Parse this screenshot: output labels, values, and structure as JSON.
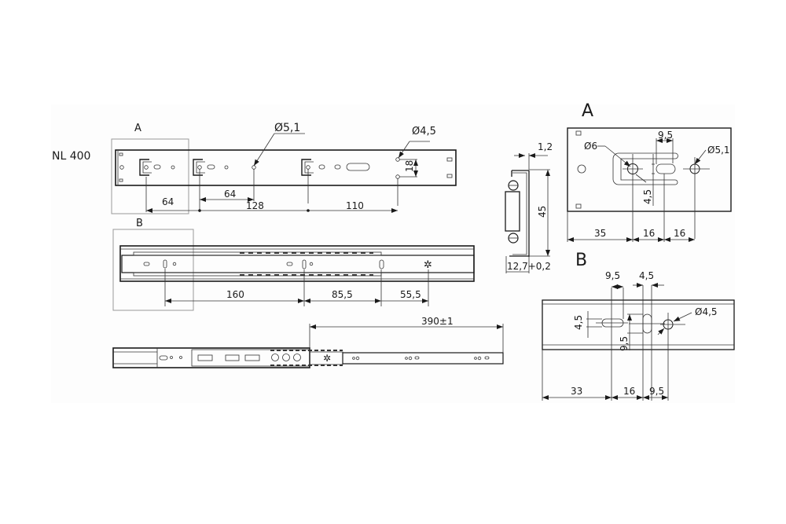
{
  "model": "NL 400",
  "views": {
    "top_rail": {
      "detail_label": "A",
      "callouts": {
        "hole_d51": "Ø5,1",
        "hole_d45": "Ø4,5"
      },
      "dims": {
        "d64a": "64",
        "d64b": "64",
        "d128": "128",
        "d110": "110",
        "d18": "18"
      }
    },
    "mid_rail": {
      "detail_label": "B",
      "dims": {
        "d160": "160",
        "d855": "85,5",
        "d555": "55,5"
      }
    },
    "extended_rail": {
      "dims": {
        "extension": "390±1"
      }
    },
    "cross_section": {
      "dims": {
        "thickness": "1,2",
        "height": "45",
        "width": "12,7+0,2"
      }
    },
    "detail_a": {
      "title": "A",
      "callouts": {
        "d6": "Ø6",
        "d51": "Ø5,1"
      },
      "dims": {
        "w95": "9,5",
        "h45": "4,5",
        "d35": "35",
        "d16a": "16",
        "d16b": "16"
      }
    },
    "detail_b": {
      "title": "B",
      "callouts": {
        "d45": "Ø4,5"
      },
      "dims": {
        "w95": "9,5",
        "w45": "4,5",
        "h45": "4,5",
        "h95": "9,5",
        "d33": "33",
        "d16": "16",
        "d95": "9,5"
      }
    }
  }
}
